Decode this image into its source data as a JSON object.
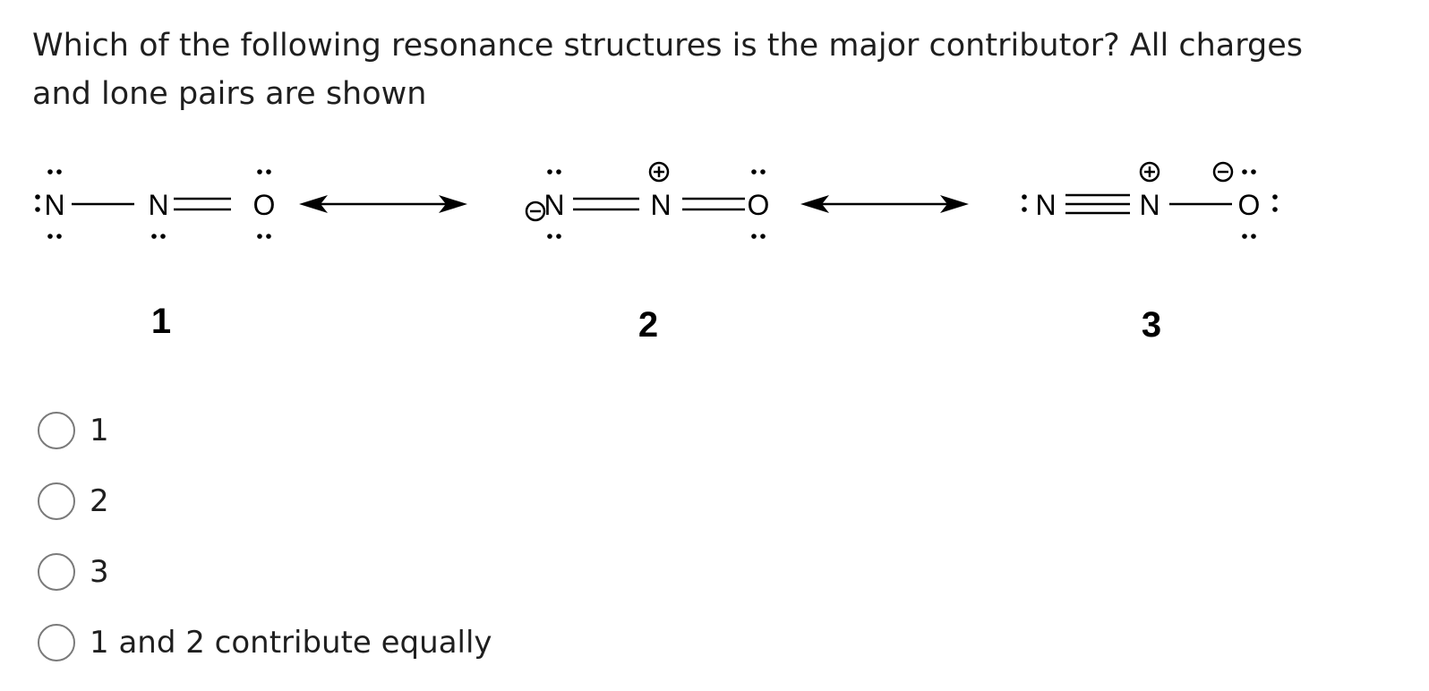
{
  "question": {
    "text": "Which of the following resonance structures is the major contributor? All charges and lone pairs are shown"
  },
  "figure": {
    "structures": [
      {
        "number": "1",
        "atoms": [
          "N",
          "N",
          "O"
        ]
      },
      {
        "number": "2",
        "atoms": [
          "N",
          "N",
          "O"
        ]
      },
      {
        "number": "3",
        "atoms": [
          "N",
          "N",
          "O"
        ]
      }
    ]
  },
  "options": [
    {
      "label": "1"
    },
    {
      "label": "2"
    },
    {
      "label": "3"
    },
    {
      "label": "1 and 2 contribute equally"
    }
  ]
}
